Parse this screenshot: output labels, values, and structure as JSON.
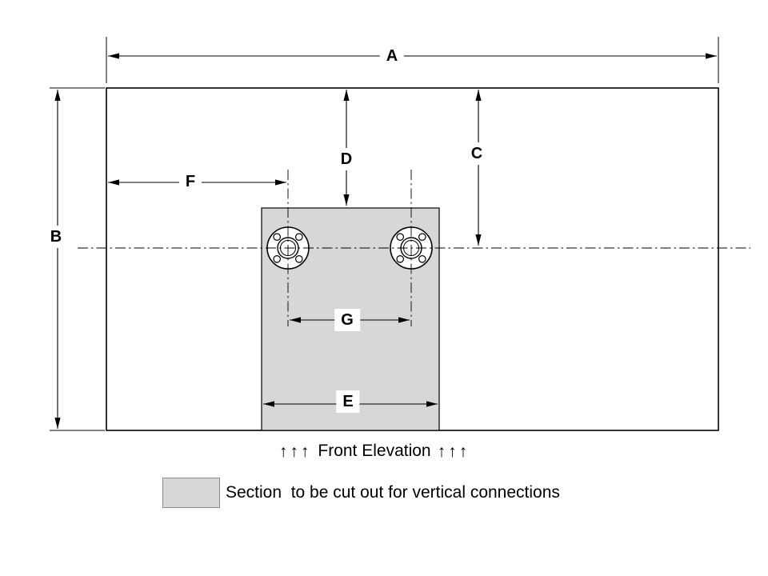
{
  "diagram": {
    "labels": {
      "a": "A",
      "b": "B",
      "c": "C",
      "d": "D",
      "e": "E",
      "f": "F",
      "g": "G"
    },
    "title": {
      "arrows_left": "↑↑↑",
      "text": "Front Elevation",
      "arrows_right": "↑↑↑"
    },
    "legend": {
      "text": "Section  to be cut out for vertical connections"
    },
    "colors": {
      "line": "#000000",
      "cutout_fill": "#d7d7d7",
      "background": "#ffffff"
    }
  }
}
